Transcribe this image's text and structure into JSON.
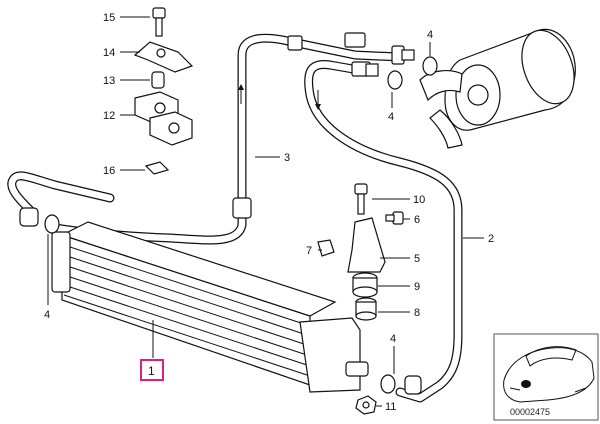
{
  "diagram": {
    "callouts": {
      "p15": "15",
      "p14": "14",
      "p13": "13",
      "p12": "12",
      "p16": "16",
      "p3": "3",
      "p4_top_a": "4",
      "p4_top_b": "4",
      "p10": "10",
      "p6": "6",
      "p2": "2",
      "p7": "7",
      "p5": "5",
      "p9": "9",
      "p8": "8",
      "p4_left": "4",
      "p4_bottom": "4",
      "p1": "1",
      "p11": "11"
    },
    "highlight_color": "#e0207a",
    "inset": {
      "drawing_number": "00002475"
    }
  }
}
